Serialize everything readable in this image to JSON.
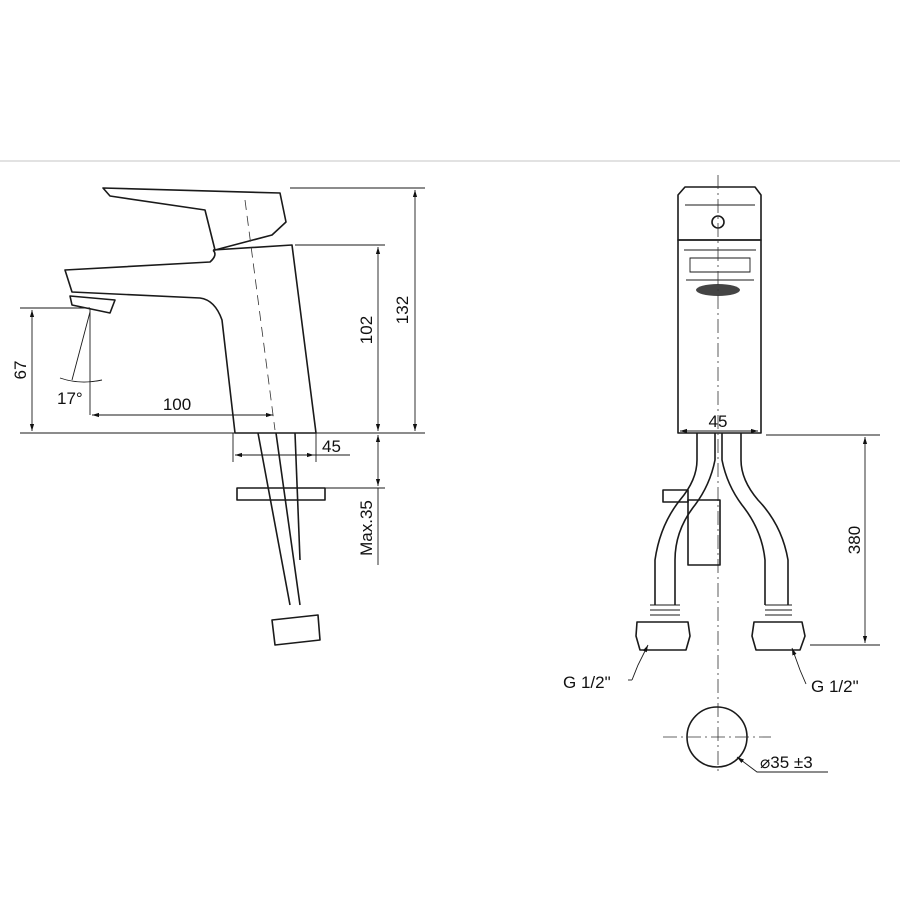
{
  "side_view": {
    "dim_height_total": "132",
    "dim_height_body": "102",
    "dim_spout_height": "67",
    "dim_spout_reach": "100",
    "dim_base_width": "45",
    "dim_max_deck": "Max.35",
    "dim_spout_angle": "17°"
  },
  "front_view": {
    "dim_width": "45",
    "dim_hose_length": "380",
    "connection_left": "G 1/2\"",
    "connection_right": "G 1/2\"",
    "hole_diameter": "⌀35 ±3"
  },
  "colors": {
    "line": "#1a1a1a",
    "separator": "#d0d0d0"
  }
}
